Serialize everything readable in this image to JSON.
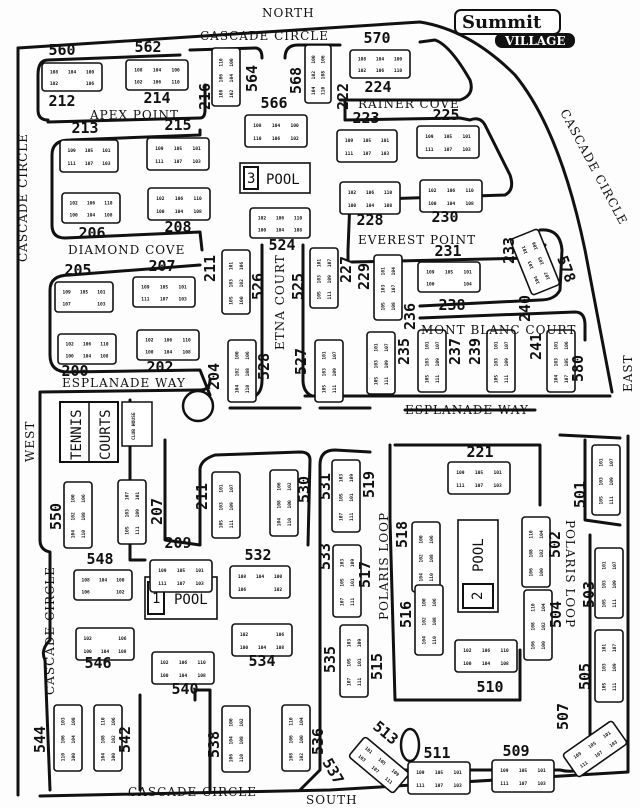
{
  "logo": {
    "line1": "Summit",
    "line2": "VILLAGE"
  },
  "compass": {
    "north": "NORTH",
    "south": "SOUTH",
    "east": "EAST",
    "west": "WEST"
  },
  "streets": [
    {
      "name": "CASCADE CIRCLE"
    },
    {
      "name": "APEX POINT"
    },
    {
      "name": "RAINER COVE"
    },
    {
      "name": "CASCADE CIRCLE"
    },
    {
      "name": "CASCADE CIRCLE"
    },
    {
      "name": "DIAMOND COVE"
    },
    {
      "name": "EVEREST POINT"
    },
    {
      "name": "ETNA COURT"
    },
    {
      "name": "MONT BLANC COURT"
    },
    {
      "name": "ESPLANADE WAY"
    },
    {
      "name": "ESPLANADE WAY"
    },
    {
      "name": "POLARIS LOOP"
    },
    {
      "name": "POLARIS LOOP"
    },
    {
      "name": "CASCADE CIRCLE"
    },
    {
      "name": "CASCADE CIRCLE"
    }
  ],
  "amenities": {
    "pool3": {
      "num": "3",
      "label": "POOL"
    },
    "pool1": {
      "num": "1",
      "label": "POOL"
    },
    "pool2": {
      "num": "2",
      "label": "POOL"
    },
    "tennis": {
      "line1": "TENNIS",
      "line2": "COURTS"
    },
    "clubhouse": {
      "label": "CLUB HOUSE"
    }
  },
  "buildings": [
    {
      "label": "560",
      "units": [
        "108",
        "104",
        "100",
        "102",
        "",
        "106"
      ]
    },
    {
      "label": "562",
      "units": [
        "108",
        "104",
        "100",
        "102",
        "106",
        "110"
      ]
    },
    {
      "label": "564",
      "units": [
        "110",
        "106",
        "108",
        "100",
        "104",
        "102"
      ]
    },
    {
      "label": "568",
      "units": [
        "100",
        "102",
        "104",
        "106",
        "108",
        "110"
      ]
    },
    {
      "label": "570",
      "units": [
        "108",
        "104",
        "100",
        "102",
        "106",
        "110"
      ]
    },
    {
      "label": "566",
      "units": [
        "108",
        "104",
        "100",
        "110",
        "106",
        "102"
      ]
    },
    {
      "label": "213",
      "units": [
        "109",
        "105",
        "101",
        "111",
        "107",
        "103"
      ]
    },
    {
      "label": "215",
      "units": [
        "109",
        "105",
        "101",
        "111",
        "107",
        "103"
      ]
    },
    {
      "label": "223",
      "units": [
        "109",
        "105",
        "101",
        "111",
        "107",
        "103"
      ]
    },
    {
      "label": "225",
      "units": [
        "109",
        "105",
        "101",
        "111",
        "107",
        "103"
      ]
    },
    {
      "label": "206",
      "units": [
        "102",
        "106",
        "110",
        "100",
        "104",
        "108"
      ]
    },
    {
      "label": "208",
      "units": [
        "102",
        "106",
        "110",
        "100",
        "104",
        "108"
      ]
    },
    {
      "label": "524",
      "units": [
        "102",
        "106",
        "110",
        "100",
        "104",
        "108"
      ]
    },
    {
      "label": "228",
      "units": [
        "102",
        "106",
        "110",
        "100",
        "104",
        "108"
      ]
    },
    {
      "label": "230",
      "units": [
        "102",
        "106",
        "110",
        "100",
        "104",
        "108"
      ]
    },
    {
      "label": "526",
      "units": [
        "101",
        "103",
        "105",
        "106",
        "102",
        "100"
      ]
    },
    {
      "label": "525",
      "units": [
        "101",
        "103",
        "105",
        "107",
        "109",
        "111"
      ]
    },
    {
      "label": "229",
      "units": [
        "101",
        "103",
        "105",
        "104",
        "107",
        "108"
      ]
    },
    {
      "label": "231",
      "units": [
        "109",
        "105",
        "101",
        "100",
        "",
        "104"
      ]
    },
    {
      "label": "233",
      "units": [
        "101",
        "103",
        "104",
        "106",
        "105",
        "107"
      ]
    },
    {
      "label": "205",
      "units": [
        "109",
        "105",
        "101",
        "107",
        "",
        "103"
      ]
    },
    {
      "label": "207",
      "units": [
        "109",
        "105",
        "101",
        "111",
        "107",
        "103"
      ]
    },
    {
      "label": "200",
      "units": [
        "102",
        "106",
        "110",
        "100",
        "104",
        "108"
      ]
    },
    {
      "label": "202",
      "units": [
        "102",
        "106",
        "110",
        "100",
        "104",
        "108"
      ]
    },
    {
      "label": "528",
      "units": [
        "100",
        "102",
        "104",
        "106",
        "108",
        "110"
      ]
    },
    {
      "label": "527",
      "units": [
        "101",
        "103",
        "105",
        "107",
        "109",
        "111"
      ]
    },
    {
      "label": "235",
      "units": [
        "101",
        "103",
        "105",
        "107",
        "109",
        "111"
      ]
    },
    {
      "label": "237",
      "units": [
        "101",
        "103",
        "105",
        "107",
        "109",
        "111"
      ]
    },
    {
      "label": "239",
      "units": [
        "101",
        "103",
        "105",
        "107",
        "109",
        "111"
      ]
    },
    {
      "label": "241",
      "units": [
        "101",
        "103",
        "104",
        "106",
        "105",
        "107"
      ]
    },
    {
      "label": "550",
      "units": [
        "100",
        "102",
        "104",
        "106",
        "108",
        "110"
      ]
    },
    {
      "label": "207",
      "units": [
        "107",
        "103",
        "105",
        "101",
        "109",
        "111"
      ]
    },
    {
      "label": "211",
      "units": [
        "101",
        "103",
        "105",
        "107",
        "109",
        "111"
      ]
    },
    {
      "label": "530",
      "units": [
        "106",
        "108",
        "104",
        "102",
        "100",
        "110"
      ]
    },
    {
      "label": "531",
      "units": [
        "103",
        "105",
        "107",
        "109",
        "101",
        "111"
      ]
    },
    {
      "label": "221",
      "units": [
        "109",
        "105",
        "101",
        "111",
        "107",
        "103"
      ]
    },
    {
      "label": "501",
      "units": [
        "101",
        "103",
        "105",
        "107",
        "109",
        "111"
      ]
    },
    {
      "label": "209",
      "units": [
        "109",
        "105",
        "101",
        "111",
        "107",
        "103"
      ]
    },
    {
      "label": "548",
      "units": [
        "108",
        "104",
        "100",
        "106",
        "",
        "102"
      ]
    },
    {
      "label": "532",
      "units": [
        "108",
        "104",
        "100",
        "106",
        "",
        "102"
      ]
    },
    {
      "label": "533",
      "units": [
        "103",
        "105",
        "107",
        "109",
        "101",
        "111"
      ]
    },
    {
      "label": "518",
      "units": [
        "100",
        "102",
        "104",
        "106",
        "108",
        "110"
      ]
    },
    {
      "label": "502",
      "units": [
        "110",
        "108",
        "106",
        "104",
        "102",
        "100"
      ]
    },
    {
      "label": "516",
      "units": [
        "100",
        "102",
        "104",
        "106",
        "108",
        "110"
      ]
    },
    {
      "label": "504",
      "units": [
        "110",
        "108",
        "106",
        "104",
        "102",
        "100"
      ]
    },
    {
      "label": "503",
      "units": [
        "101",
        "103",
        "105",
        "107",
        "109",
        "111"
      ]
    },
    {
      "label": "546",
      "units": [
        "102",
        "",
        "106",
        "100",
        "104",
        "108"
      ]
    },
    {
      "label": "534",
      "units": [
        "102",
        "",
        "106",
        "100",
        "104",
        "108"
      ]
    },
    {
      "label": "540",
      "units": [
        "102",
        "106",
        "110",
        "100",
        "104",
        "108"
      ]
    },
    {
      "label": "535",
      "units": [
        "103",
        "105",
        "107",
        "109",
        "101",
        "111"
      ]
    },
    {
      "label": "510",
      "units": [
        "102",
        "106",
        "110",
        "100",
        "104",
        "108"
      ]
    },
    {
      "label": "505",
      "units": [
        "101",
        "103",
        "105",
        "107",
        "109",
        "111"
      ]
    },
    {
      "label": "507",
      "units": [
        "109",
        "105",
        "101",
        "111",
        "107",
        "103"
      ]
    },
    {
      "label": "544",
      "units": [
        "103",
        "106",
        "110",
        "108",
        "104",
        "100"
      ]
    },
    {
      "label": "542",
      "units": [
        "110",
        "108",
        "104",
        "106",
        "102",
        "100"
      ]
    },
    {
      "label": "538",
      "units": [
        "100",
        "104",
        "106",
        "102",
        "108",
        "110"
      ]
    },
    {
      "label": "536",
      "units": [
        "110",
        "106",
        "108",
        "104",
        "100",
        "102"
      ]
    },
    {
      "label": "513",
      "units": [
        "101",
        "105",
        "109",
        "103",
        "107",
        "111"
      ]
    },
    {
      "label": "511",
      "units": [
        "109",
        "105",
        "101",
        "111",
        "107",
        "103"
      ]
    },
    {
      "label": "509",
      "units": [
        "109",
        "105",
        "101",
        "111",
        "107",
        "103"
      ]
    }
  ],
  "address_labels": [
    "212",
    "214",
    "216",
    "222",
    "224",
    "211",
    "227",
    "236",
    "238",
    "240",
    "578",
    "204",
    "580",
    "519",
    "517",
    "515",
    "537"
  ]
}
